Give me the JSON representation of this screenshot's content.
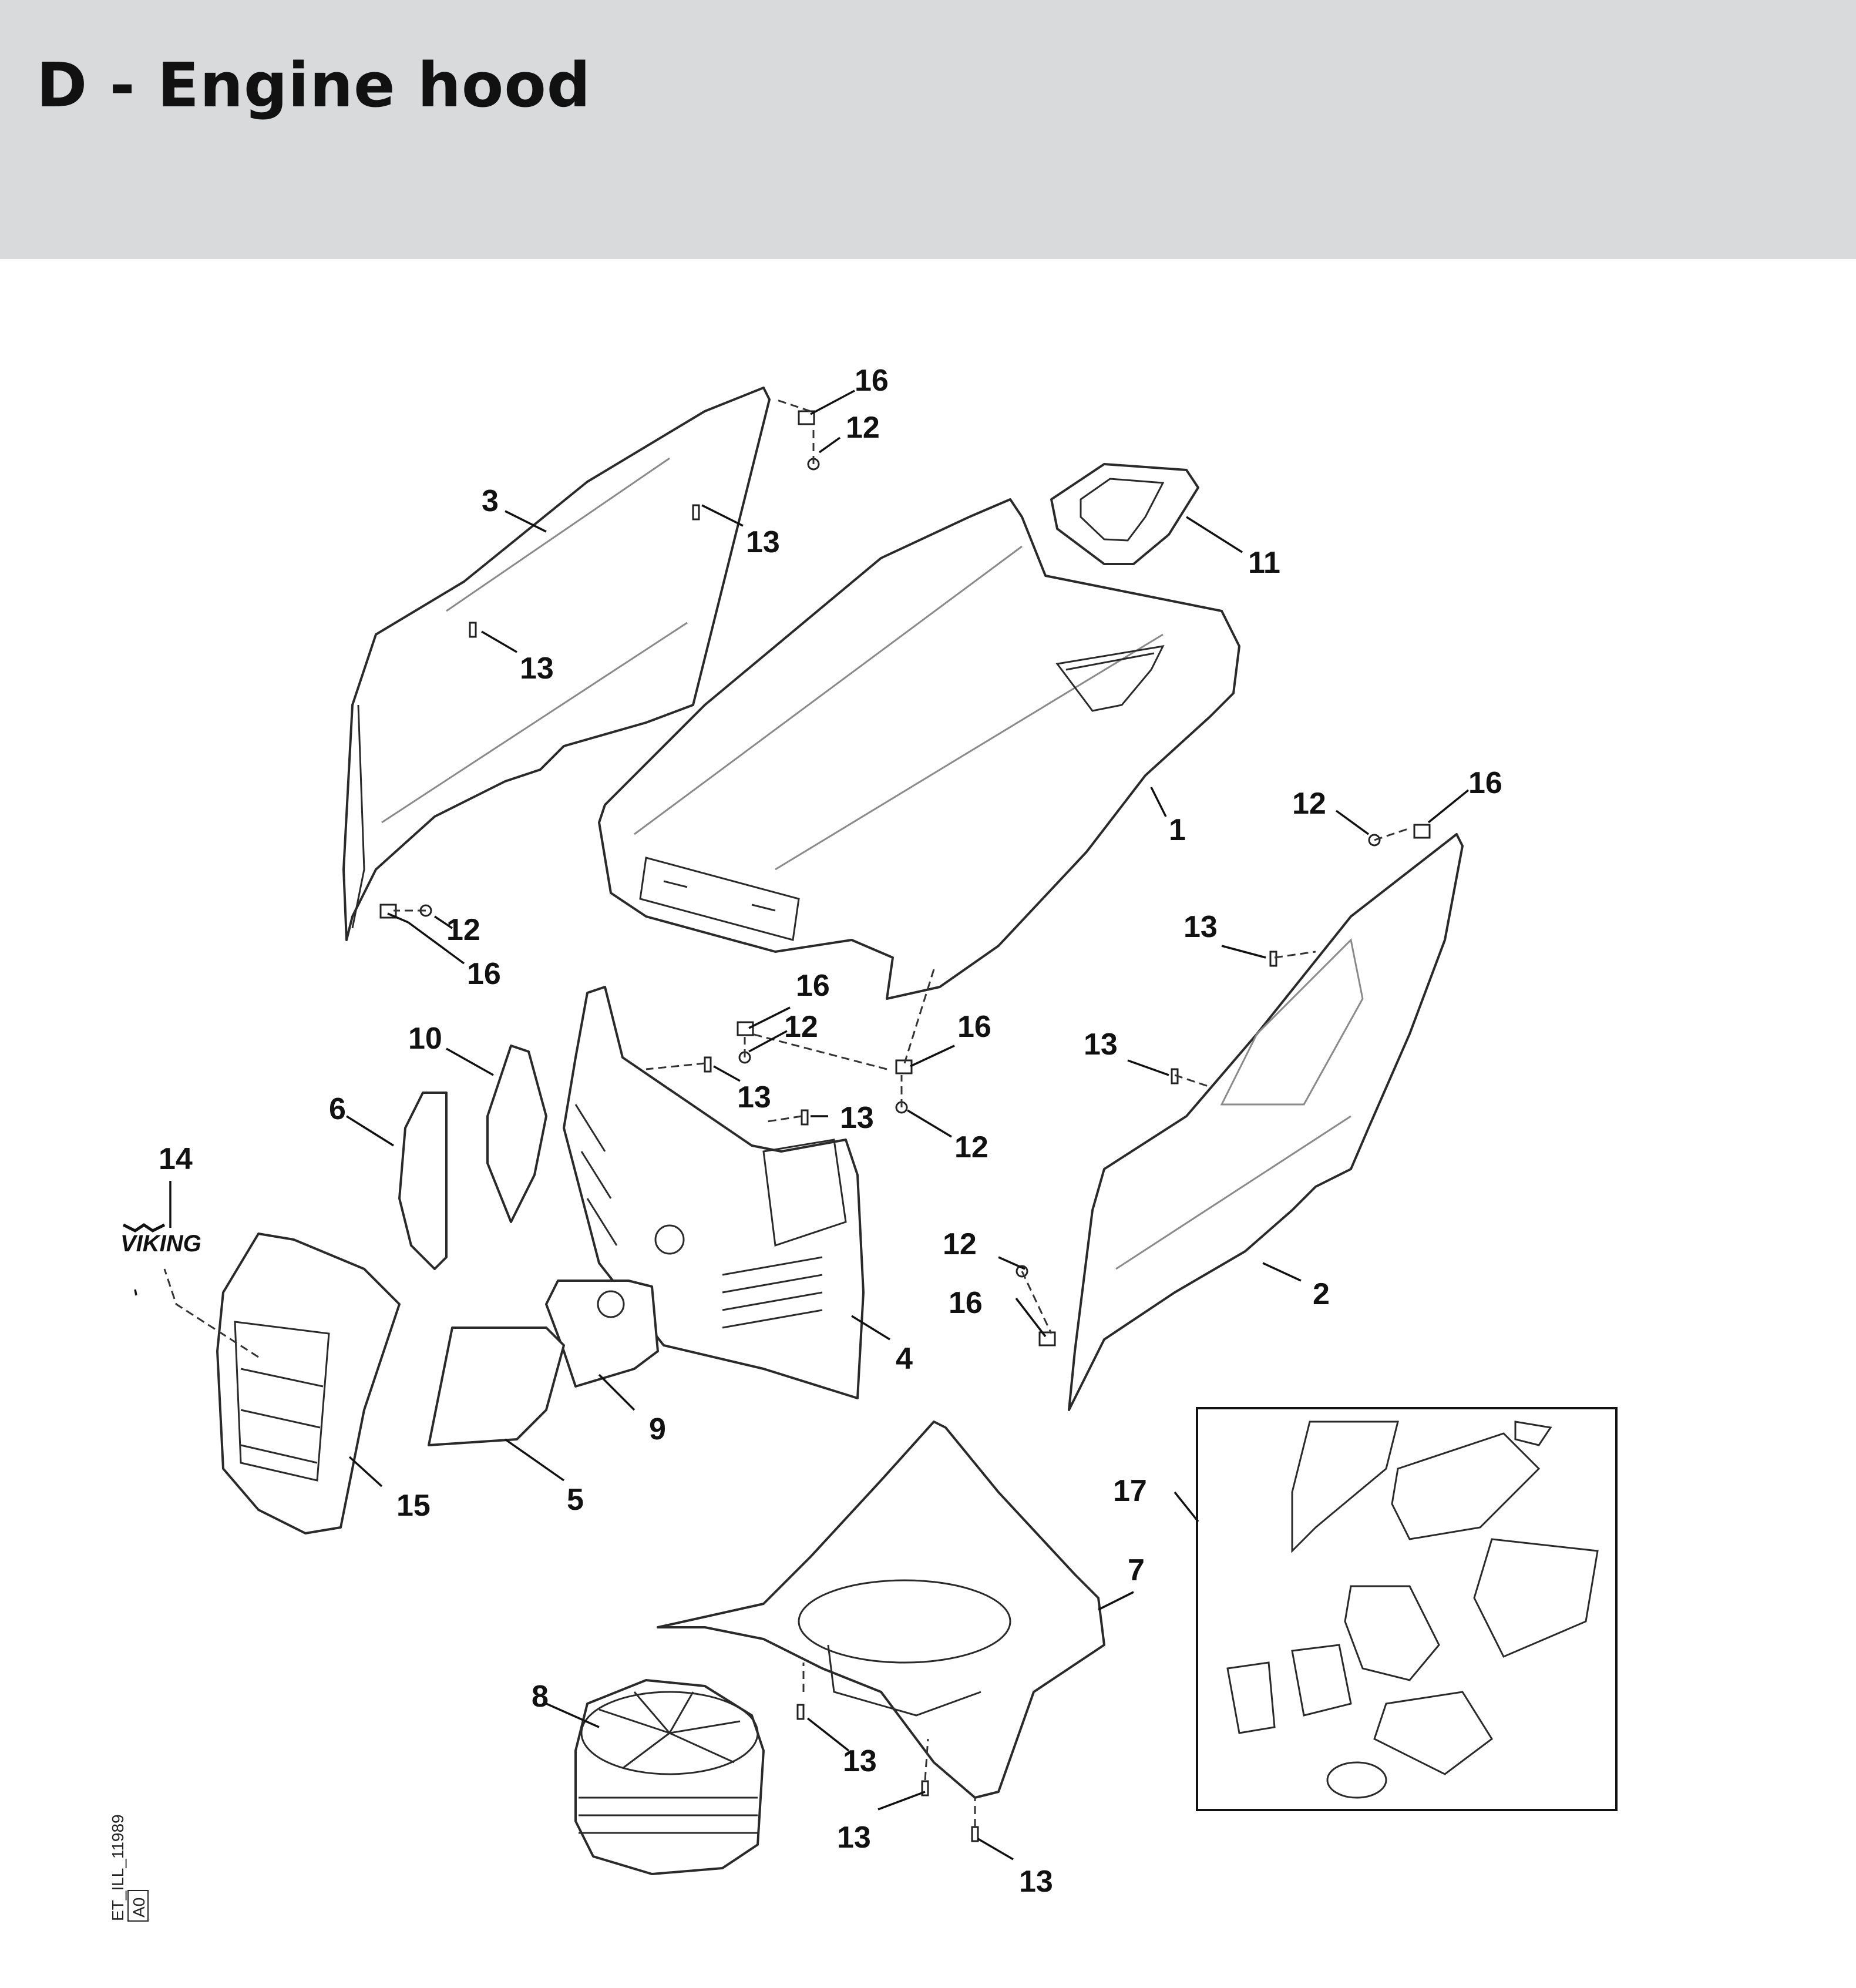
{
  "title": "D - Engine hood",
  "drawing_code": "ET_ILL_11989",
  "revision": "A0",
  "logo_text": "VIKING",
  "callouts": {
    "c1": "1",
    "c2": "2",
    "c3": "3",
    "c4": "4",
    "c5": "5",
    "c6": "6",
    "c7": "7",
    "c8": "8",
    "c9": "9",
    "c10": "10",
    "c11": "11",
    "c14": "14",
    "c15": "15",
    "c17": "17",
    "c12a": "12",
    "c12b": "12",
    "c12c": "12",
    "c12d": "12",
    "c12e": "12",
    "c12f": "12",
    "c13a": "13",
    "c13b": "13",
    "c13c": "13",
    "c13d": "13",
    "c13e": "13",
    "c13f": "13",
    "c13g": "13",
    "c13h": "13",
    "c13i": "13",
    "c16a": "16",
    "c16b": "16",
    "c16c": "16",
    "c16d": "16",
    "c16e": "16",
    "c16f": "16"
  }
}
